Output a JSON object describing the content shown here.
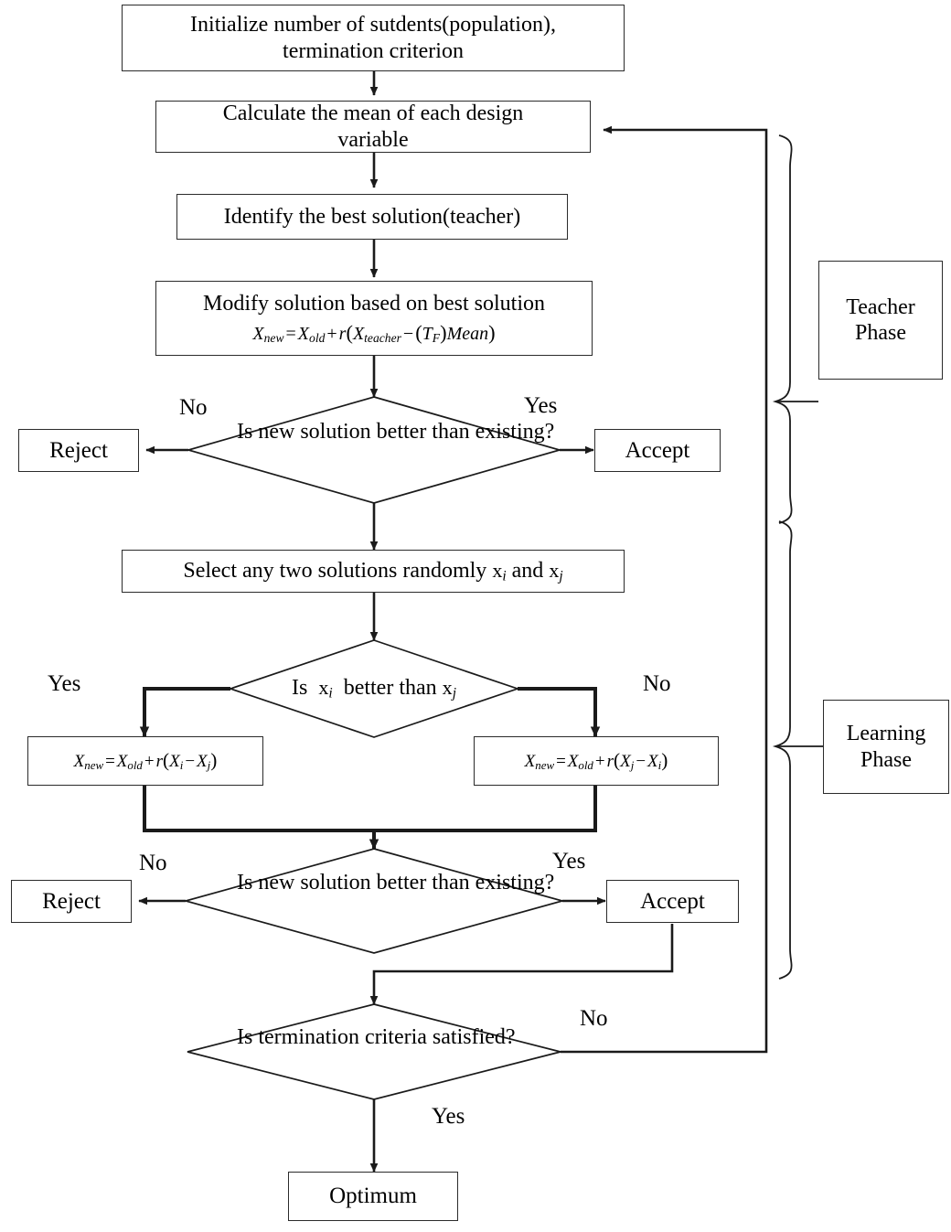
{
  "diagram": {
    "title": "TLBO algorithm flowchart",
    "stroke_color": "#2b2b2b",
    "background": "#ffffff"
  },
  "nodes": {
    "initialize": {
      "line1": "Initialize number of sutdents(population),",
      "line2": "termination criterion"
    },
    "calculate_mean": {
      "line1": "Calculate the mean of each design",
      "line2": "variable"
    },
    "identify_best": {
      "line1": "Identify the best solution(teacher)"
    },
    "modify_solution": {
      "line1": "Modify solution based on best solution",
      "formula": "X_new = X_old + r(X_teacher − (T_F)Mean)"
    },
    "decision_teacher": {
      "line1": "Is new solution",
      "line2": "better than existing?"
    },
    "reject_teacher": {
      "label": "Reject"
    },
    "accept_teacher": {
      "label": "Accept"
    },
    "select_two": {
      "prefix": "Select any two solutions randomly",
      "var_i": "x",
      "sub_i": "i",
      "and": "and",
      "var_j": "x",
      "sub_j": "j"
    },
    "decision_compare": {
      "prefix": "Is",
      "var_i": "x",
      "sub_i": "i",
      "middle": "better than",
      "var_j": "x",
      "sub_j": "j"
    },
    "formula_left": {
      "text": "X_new = X_old + r(X_i − X_j)"
    },
    "formula_right": {
      "text": "X_new = X_old + r(X_j − X_i)"
    },
    "decision_learner": {
      "line1": "Is new solution",
      "line2": "better than existing?"
    },
    "reject_learner": {
      "label": "Reject"
    },
    "accept_learner": {
      "label": "Accept"
    },
    "decision_termination": {
      "line1": "Is termination",
      "line2": "criteria satisfied?"
    },
    "optimum": {
      "label": "Optimum"
    },
    "teacher_phase": {
      "line1": "Teacher",
      "line2": "Phase"
    },
    "learning_phase": {
      "line1": "Learning",
      "line2": "Phase"
    }
  },
  "edge_labels": {
    "teacher_no": "No",
    "teacher_yes": "Yes",
    "compare_yes": "Yes",
    "compare_no": "No",
    "learner_no": "No",
    "learner_yes": "Yes",
    "termination_no": "No",
    "termination_yes": "Yes"
  }
}
